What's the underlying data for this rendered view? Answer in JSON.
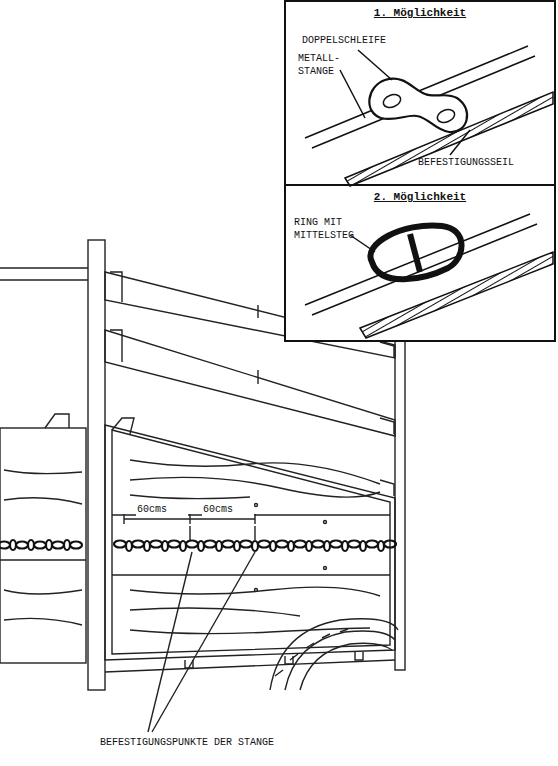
{
  "diagram": {
    "nodes": [
      {
        "text": [
          "1. Möglichkeit"
        ]
      },
      {
        "text": [
          "2. Möglichkeit"
        ]
      }
    ],
    "labels": [
      "DOPPELSCHLEIFE",
      "METALL- STANGE",
      "BEFESTIGUNGSSEIL",
      "RING MIT MITTELSTEG",
      "60cms",
      "60cms",
      "BEFESTIGUNGSPUNKTE DER STANGE"
    ]
  }
}
